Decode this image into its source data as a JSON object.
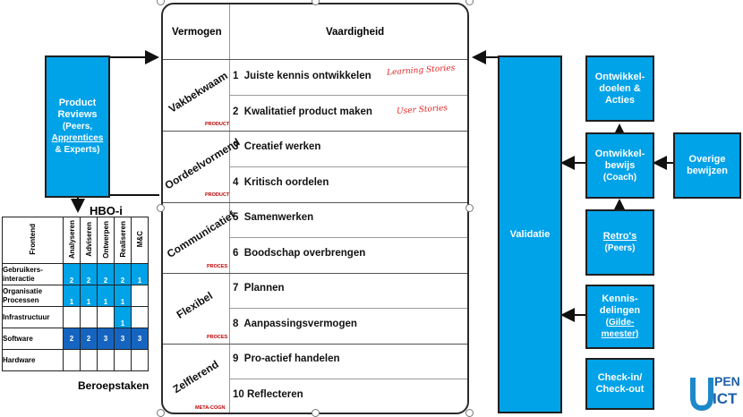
{
  "left": {
    "product_reviews": {
      "title": "Product Reviews",
      "sub1": "(Peers,",
      "sub2": "Apprentices",
      "sub3": "& Experts)"
    },
    "hbo_title": "HBO-i",
    "beroepstaken": "Beroepstaken",
    "hbo_table": {
      "corner": "Frontend",
      "columns": [
        "Analyseren",
        "Adviseren",
        "Ontwerpen",
        "Realiseren",
        "M&C"
      ],
      "rows": [
        {
          "label1": "Gebruikers-",
          "label2": "interactie",
          "cells": [
            "2",
            "2",
            "2",
            "2",
            "1"
          ]
        },
        {
          "label1": "Organisatie",
          "label2": "Processen",
          "cells": [
            "1",
            "1",
            "1",
            "1",
            ""
          ]
        },
        {
          "label1": "Infrastructuur",
          "label2": "",
          "cells": [
            "",
            "",
            "",
            "1",
            ""
          ]
        },
        {
          "label1": "Software",
          "label2": "",
          "cells": [
            "2",
            "2",
            "3",
            "3",
            "3"
          ]
        },
        {
          "label1": "Hardware",
          "label2": "",
          "cells": [
            "",
            "",
            "",
            "",
            ""
          ]
        }
      ]
    }
  },
  "center": {
    "header_vermogen": "Vermogen",
    "header_vaardigheid": "Vaardigheid",
    "categories": [
      {
        "name": "Vakbekwaam",
        "tag": "PRODUCT"
      },
      {
        "name": "Oordeelvormend",
        "tag": "PRODUCT"
      },
      {
        "name": "Communicatief",
        "tag": "PROCES"
      },
      {
        "name": "Flexibel",
        "tag": "PROCES"
      },
      {
        "name": "Zelflerend",
        "tag": "META-COGN"
      }
    ],
    "skills": [
      "1  Juiste kennis ontwikkelen",
      "2  Kwalitatief product maken",
      "3  Creatief werken",
      "4  Kritisch oordelen",
      "5  Samenwerken",
      "6  Boodschap overbrengen",
      "7  Plannen",
      "8  Aanpassingsvermogen",
      "9  Pro-actief handelen",
      "10 Reflecteren"
    ],
    "annotations": [
      "Learning Stories",
      "User Stories"
    ]
  },
  "right": {
    "validatie": "Validatie",
    "ontwikkeldoelen": "Ontwikkel-\ndoelen &\nActies",
    "ontwikkelbewijs": {
      "title": "Ontwikkel-\nbewijs",
      "sub": "(Coach)"
    },
    "overige": "Overige\nbewijzen",
    "retros": {
      "title": "Retro's",
      "sub": "(Peers)"
    },
    "kennisdelingen": {
      "title": "Kennis-\ndelingen",
      "sub1": "(Gilde-",
      "sub2": "meester)"
    },
    "checkin": "Check-in/\nCheck-out"
  },
  "logo": {
    "top": "PEN",
    "bottom": "ICT",
    "colors": {
      "o": "#1e88c8",
      "text": "#1e5fa8"
    }
  },
  "colors": {
    "accent": "#00a2e8",
    "dark_blue": "#1565c0",
    "annotation": "#e02020"
  }
}
